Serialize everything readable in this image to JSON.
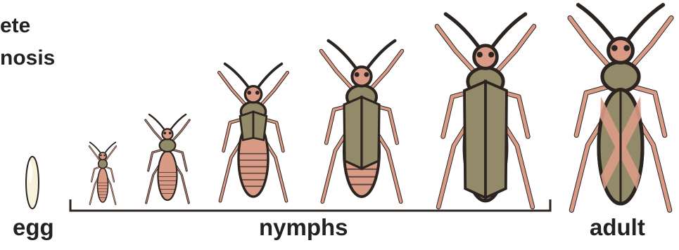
{
  "title": {
    "line1": "ete",
    "line2": "nosis"
  },
  "stages": {
    "egg": "egg",
    "nymphs": "nymphs",
    "adult": "adult"
  },
  "colors": {
    "outline": "#2b2420",
    "body_pink": "#d99a86",
    "body_olive": "#938a6a",
    "egg_fill": "#f7f2dc",
    "text": "#222222"
  },
  "insects": [
    {
      "id": "nymph-1",
      "stage": "nymph",
      "instar": 1,
      "wings": "none"
    },
    {
      "id": "nymph-2",
      "stage": "nymph",
      "instar": 2,
      "wings": "none"
    },
    {
      "id": "nymph-3",
      "stage": "nymph",
      "instar": 3,
      "wings": "buds"
    },
    {
      "id": "nymph-4",
      "stage": "nymph",
      "instar": 4,
      "wings": "pads"
    },
    {
      "id": "nymph-5",
      "stage": "nymph",
      "instar": 5,
      "wings": "pads"
    },
    {
      "id": "adult",
      "stage": "adult",
      "wings": "full"
    }
  ]
}
